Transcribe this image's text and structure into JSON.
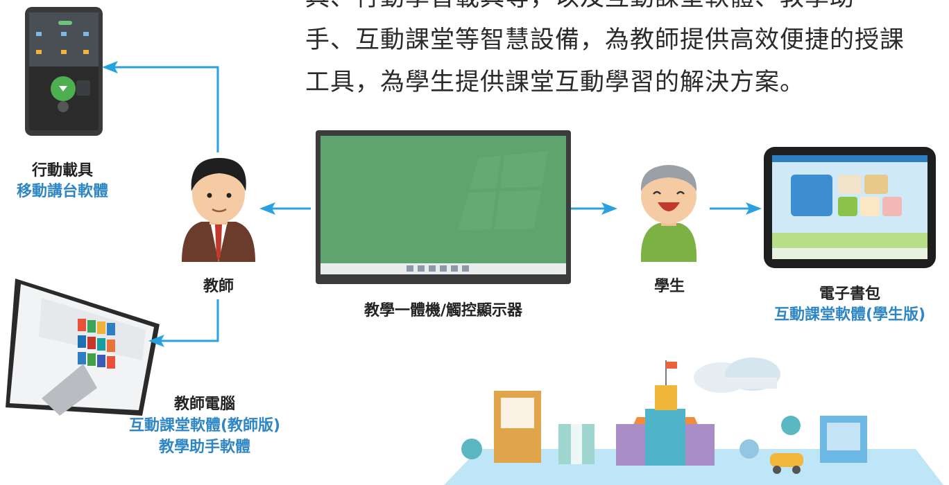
{
  "intro": {
    "line0": "具、行動學習載具等，以及互動課堂軟體、教學助",
    "line1": "手、互動課堂等智慧設備，為教師提供高效便捷的授課",
    "line2": "工具，為學生提供課堂互動學習的解決方案。"
  },
  "nodes": {
    "mobile": {
      "title": "行動載具",
      "subtitle": "移動講台軟體"
    },
    "teacher": {
      "label": "教師"
    },
    "board": {
      "label": "教學一體機/觸控顯示器"
    },
    "student": {
      "label": "學生"
    },
    "ebag": {
      "title": "電子書包",
      "subtitle": "互動課堂軟體(學生版)"
    },
    "teacher_pc": {
      "title": "教師電腦",
      "subtitle1": "互動課堂軟體(教師版)",
      "subtitle2": "教學助手軟體"
    }
  },
  "colors": {
    "arrow": "#27a2de",
    "label_blue": "#2f86c4",
    "board_green": "#5fa46e"
  }
}
